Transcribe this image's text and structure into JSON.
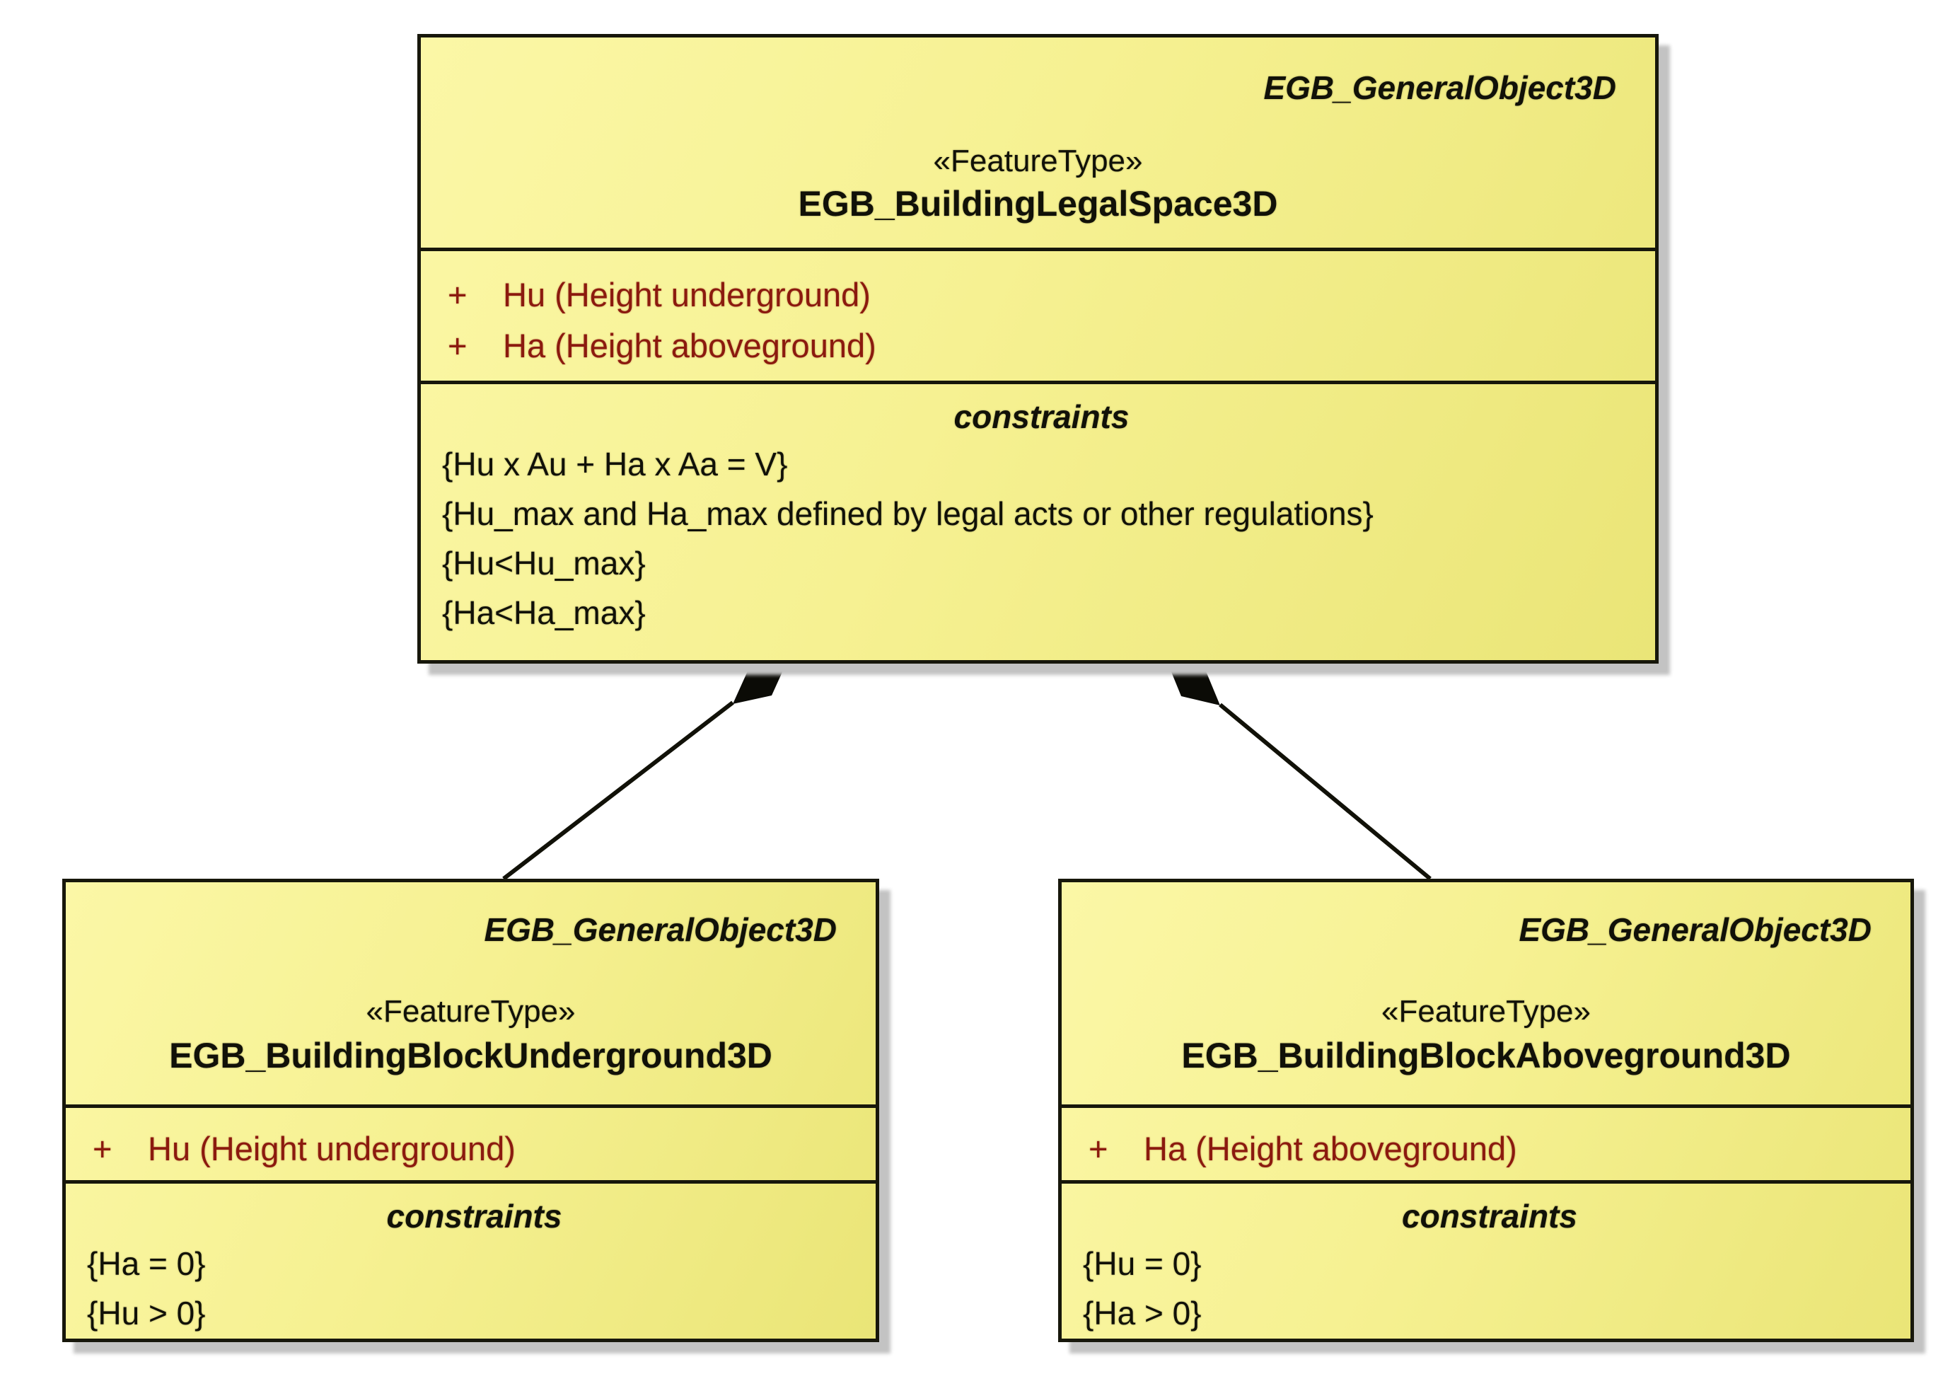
{
  "classes": [
    {
      "id": "legal-space",
      "parent_label": "EGB_GeneralObject3D",
      "stereotype": "«FeatureType»",
      "name": "EGB_BuildingLegalSpace3D",
      "attributes": [
        {
          "visibility": "+",
          "label": "Hu (Height underground)"
        },
        {
          "visibility": "+",
          "label": "Ha (Height aboveground)"
        }
      ],
      "constraints_title": "constraints",
      "constraints": [
        "{Hu x Au + Ha x Aa = V}",
        "{Hu_max and Ha_max defined by legal acts or other regulations}",
        "{Hu<Hu_max}",
        "{Ha<Ha_max}"
      ]
    },
    {
      "id": "block-underground",
      "parent_label": "EGB_GeneralObject3D",
      "stereotype": "«FeatureType»",
      "name": "EGB_BuildingBlockUnderground3D",
      "attributes": [
        {
          "visibility": "+",
          "label": "Hu (Height underground)"
        }
      ],
      "constraints_title": "constraints",
      "constraints": [
        "{Ha = 0}",
        "{Hu > 0}"
      ]
    },
    {
      "id": "block-aboveground",
      "parent_label": "EGB_GeneralObject3D",
      "stereotype": "«FeatureType»",
      "name": "EGB_BuildingBlockAboveground3D",
      "attributes": [
        {
          "visibility": "+",
          "label": "Ha (Height aboveground)"
        }
      ],
      "constraints_title": "constraints",
      "constraints": [
        "{Hu = 0}",
        "{Ha > 0}"
      ]
    }
  ],
  "relations": [
    {
      "type": "composition",
      "from": "EGB_BuildingLegalSpace3D",
      "to": "EGB_BuildingBlockUnderground3D"
    },
    {
      "type": "composition",
      "from": "EGB_BuildingLegalSpace3D",
      "to": "EGB_BuildingBlockAboveground3D"
    }
  ],
  "colors": {
    "box_fill_light": "#fbf7a6",
    "box_fill_dark": "#eae577",
    "border": "#17170b",
    "attribute_text": "#8b1a0e",
    "text": "#111108",
    "shadow": "#c3c3c3",
    "background": "#ffffff"
  }
}
